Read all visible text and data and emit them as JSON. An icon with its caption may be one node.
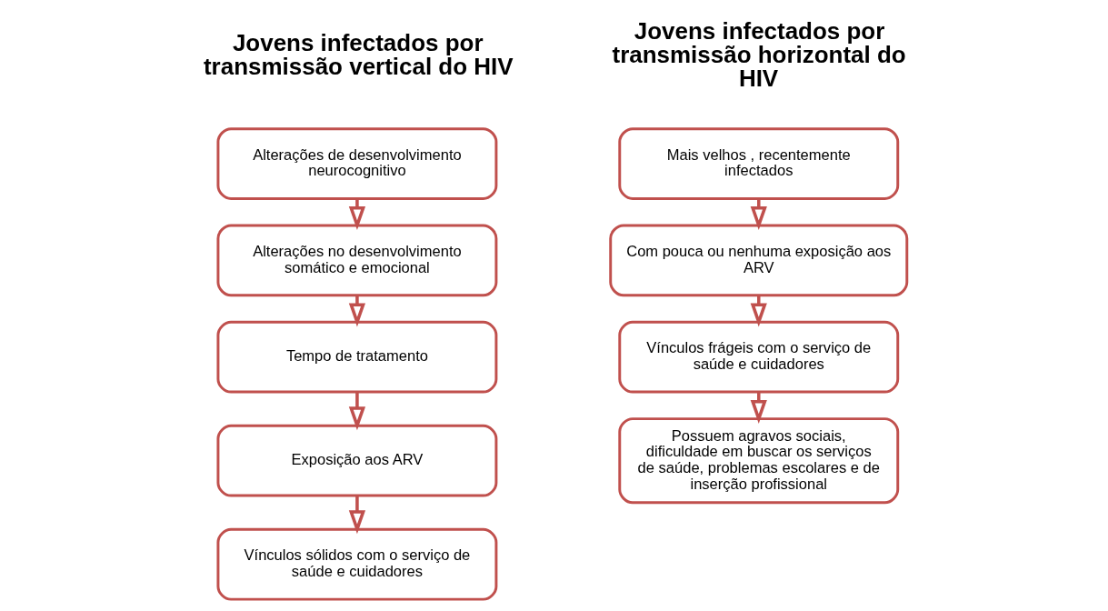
{
  "diagram": {
    "nodes": [
      {
        "text": [
          "Alterações de desenvolvimento neurocognitivo"
        ]
      },
      {
        "text": [
          "Alterações no desenvolvimento somático e emocional"
        ]
      },
      {
        "text": [
          "Tempo de tratamento"
        ]
      },
      {
        "text": [
          "Exposição aos ARV"
        ]
      },
      {
        "text": [
          "Vínculos sólidos com o serviço de saúde e cuidadores"
        ]
      },
      {
        "text": [
          "Mais velhos , recentemente infectados"
        ]
      },
      {
        "text": [
          "Com pouca ou nenhuma exposição aos ARV"
        ]
      },
      {
        "text": [
          "Vínculos frágeis com o serviço de saúde e cuidadores"
        ]
      },
      {
        "text": [
          "Possuem agravos sociais, dificuldade em buscar os serviços de saúde, problemas escolares e de inserção profissional"
        ]
      }
    ],
    "edges": [
      {
        "from": 0,
        "to": 1,
        "arrow": "to"
      },
      {
        "from": 1,
        "to": 2,
        "arrow": "to"
      },
      {
        "from": 2,
        "to": 3,
        "arrow": "to"
      },
      {
        "from": 3,
        "to": 4,
        "arrow": "to"
      },
      {
        "from": 5,
        "to": 6,
        "arrow": "to"
      },
      {
        "from": 6,
        "to": 7,
        "arrow": "to"
      },
      {
        "from": 7,
        "to": 8,
        "arrow": "to"
      }
    ],
    "labels": [
      "Jovens infectados por transmissão vertical do HIV",
      "Jovens infectados por transmissão horizontal do HIV"
    ]
  }
}
